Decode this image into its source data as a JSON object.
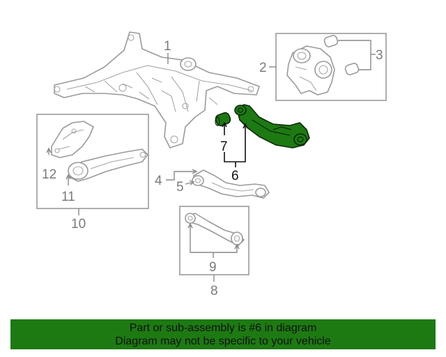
{
  "callouts": {
    "c1": "1",
    "c2": "2",
    "c3": "3",
    "c4": "4",
    "c5": "5",
    "c6": "6",
    "c7": "7",
    "c8": "8",
    "c9": "9",
    "c10": "10",
    "c11": "11",
    "c12": "12"
  },
  "banner": {
    "line1": "Part or sub-assembly is #6 in diagram",
    "line2": "Diagram may not be specific to your vehicle",
    "color": "#1d7a12"
  },
  "highlight_color": "#1d7a12"
}
